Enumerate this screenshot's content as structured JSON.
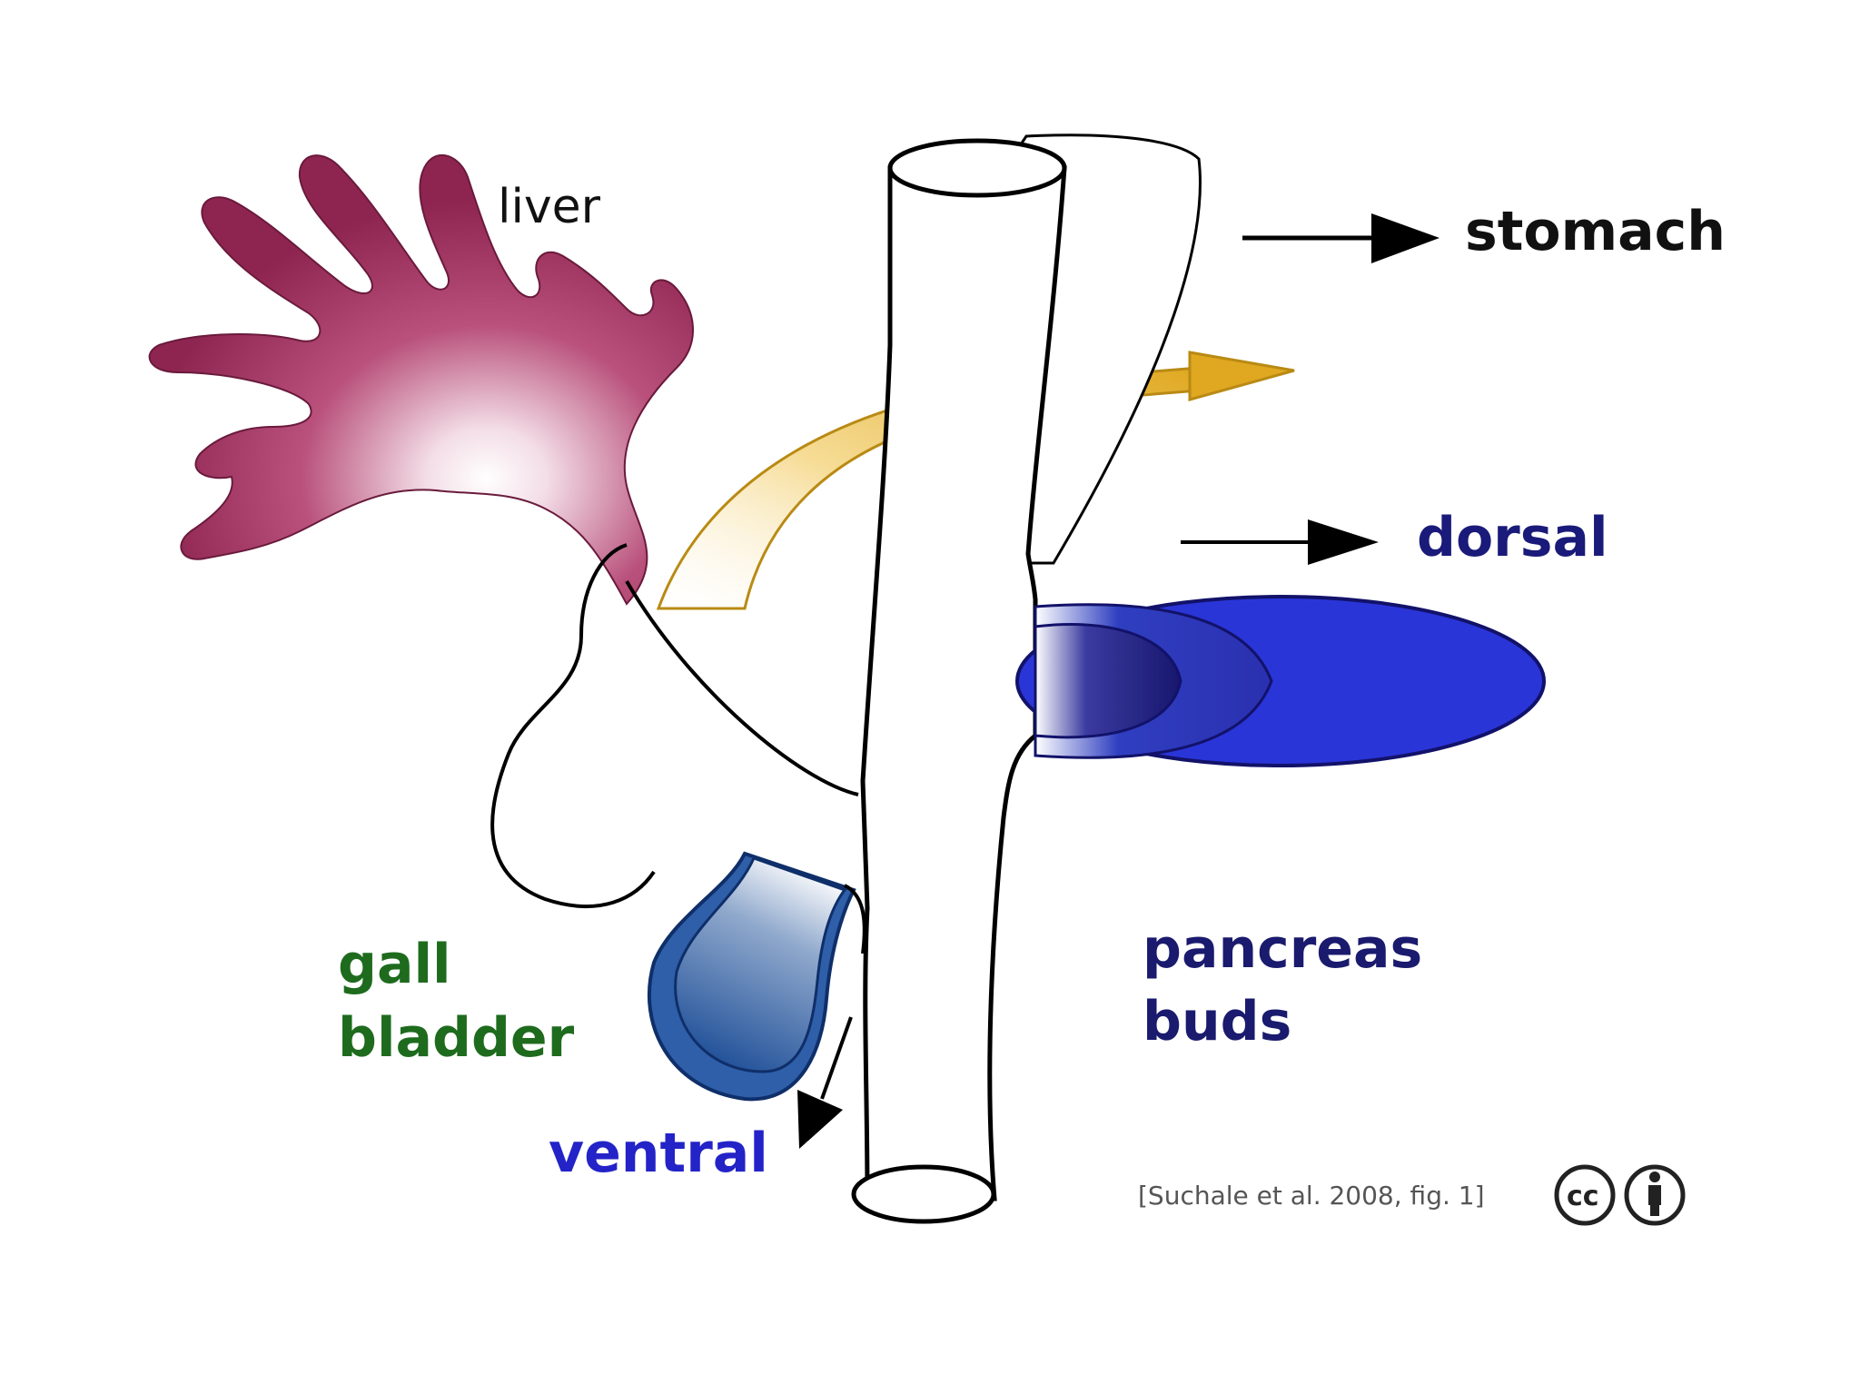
{
  "labels": {
    "liver": "liver",
    "stomach": "stomach",
    "dorsal": "dorsal",
    "gall_line1": "gall",
    "gall_line2": "bladder",
    "ventral": "ventral",
    "pancreas_line1": "pancreas",
    "pancreas_line2": "buds",
    "citation": "[Suchale et al. 2008, fig. 1]",
    "cc_badge": "cc"
  },
  "colors": {
    "liver": "#8e2550",
    "liver_center": "#ffffff",
    "gall_bladder_label": "#1e6b1e",
    "pancreas_blue": "#2a35d8",
    "pancreas_dark": "#17176e",
    "ventral_bud": "#2f5fa8",
    "ventral_label": "#2323c8",
    "pancreas_label": "#1a1a6e",
    "arrow_gold": "#e0a820",
    "outline": "#000000",
    "citation_text": "#555555"
  },
  "icons": {
    "cc_license": "creative-commons-icon",
    "attribution": "attribution-person-icon"
  }
}
